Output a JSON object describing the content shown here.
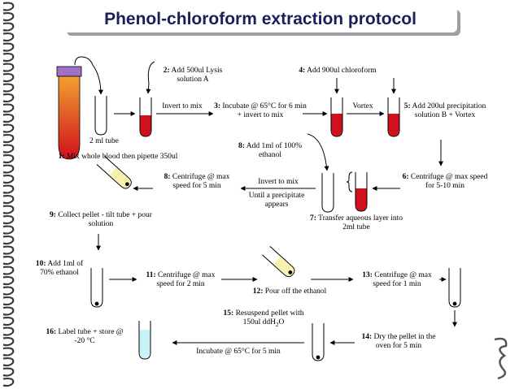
{
  "title": "Phenol-chloroform extraction protocol",
  "steps": {
    "s1": {
      "num": "1:",
      "text": "Mix whole blood  then pipette 350ul"
    },
    "tube2ml": "2 ml tube",
    "s2": {
      "num": "2:",
      "text": "Add 500ul Lysis solution A"
    },
    "s3": {
      "num": "3:",
      "text": "Incubate @ 65°C for 6 min + invert to mix"
    },
    "s4": {
      "num": "4:",
      "text": "Add 900ul chloroform"
    },
    "s5": {
      "num": "5:",
      "text": "Add 200ul precipitation solution B + Vortex"
    },
    "s6": {
      "num": "6:",
      "text": "Centrifuge @ max speed for 5-10 min"
    },
    "s7": {
      "num": "7:",
      "text": "Transfer aqueous layer into 2ml tube"
    },
    "s8a": {
      "num": "8:",
      "text": "Add 1ml of 100% ethanol"
    },
    "s8b": {
      "num": "8:",
      "text": "Centrifuge @ max speed for 5 min"
    },
    "s9": {
      "num": "9:",
      "text": "Collect pellet - tilt tube + pour solution"
    },
    "s10": {
      "num": "10:",
      "text": "Add 1ml of 70% ethanol"
    },
    "s11": {
      "num": "11:",
      "text": "Centrifuge @ max speed for 2 min"
    },
    "s12": {
      "num": "12:",
      "text": "Pour off the ethanol"
    },
    "s13": {
      "num": "13:",
      "text": "Centrifuge @ max speed for 1 min"
    },
    "s14": {
      "num": "14:",
      "text": "Dry the pellet in the oven for 5 min"
    },
    "s15": {
      "num": "15:",
      "text": "Resuspend pellet with 150ul ddH",
      "sub": "2",
      "tail": "O"
    },
    "s16": {
      "num": "16:",
      "text": "Label tube + store @ -20 °C"
    }
  },
  "arrow_labels": {
    "invert1": "Invert to mix",
    "vortex": "Vortex",
    "invert2": "Invert to mix",
    "until": "Until a precipitate appears",
    "incubate": "Incubate @ 65°C for 5 min"
  },
  "colors": {
    "title": "#1a1f5c",
    "blood_red": "#d0101c",
    "blood_orange": "#f2a030",
    "cap_purple": "#a070c8",
    "pellet_yellow": "#f8f0b0",
    "storage_cyan": "#c8f4f8",
    "tube_fill": "#ffffff",
    "spiral": "#3a3a3a"
  }
}
